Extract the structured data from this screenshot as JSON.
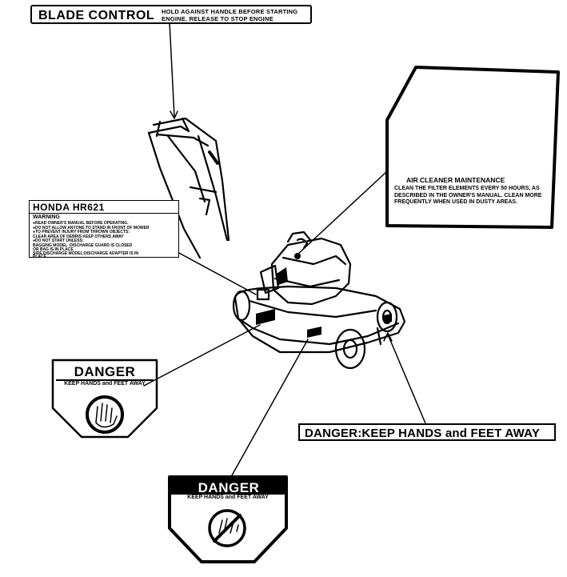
{
  "blade_control": {
    "title": "BLADE CONTROL",
    "line1": "HOLD AGAINST HANDLE BEFORE STARTING",
    "line2": "ENGINE.      RELEASE  TO  STOP  ENGINE"
  },
  "air_cleaner": {
    "title": "AIR CLEANER MAINTENANCE",
    "body": "CLEAN THE FILTER ELEMENTS EVERY 50 HOURS, AS DESCRIBED IN THE OWNER'S MANUAL. CLEAN MORE FREQUENTLY WHEN USED IN DUSTY AREAS."
  },
  "honda_label": {
    "title": "HONDA HR621",
    "warning": "WARNING",
    "lines": [
      "●READ OWNER'S MANUAL BEFORE OPERATING.",
      "●DO NOT ALLOW ANYONE TO STAND IN FRONT OF MOWER",
      "●TO PREVENT INJURY FROM THROWN OBJECTS:",
      "  CLEAR AREA OF DEBRIS KEEP OTHERS AWAY",
      "●DO NOT START UNLESS:",
      "  BAGGING MODEL           :DISCHARGE GUARD IS CLOSED",
      "                                        OR BAG IS IN PLACE",
      "  SIDE DISCHARGE MODEL:DISCHARGE ADAPTER IS IN",
      "                                        PLACE"
    ]
  },
  "danger_label_1": {
    "title": "DANGER",
    "subtitle": "KEEP HANDS and FEET AWAY"
  },
  "danger_label_2": {
    "title": "DANGER",
    "subtitle": "KEEP HANDS and FEET AWAY"
  },
  "danger_box": {
    "text": "DANGER:KEEP HANDS and FEET AWAY"
  }
}
